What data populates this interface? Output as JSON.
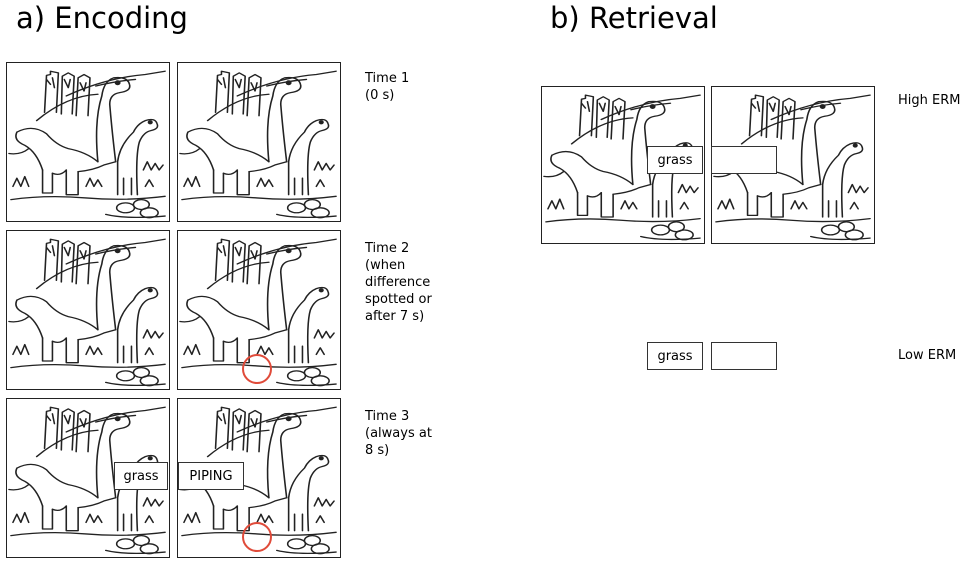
{
  "sections": {
    "encoding_title": "a) Encoding",
    "retrieval_title": "b) Retrieval"
  },
  "encoding": {
    "captions": [
      "Time 1\n(0 s)",
      "Time 2\n(when\ndifference\nspotted or\nafter 7 s)",
      "Time 3\n(always at\n8 s)"
    ],
    "cue_word": "grass",
    "target_word": "PIPING"
  },
  "retrieval": {
    "high_label": "High ERM",
    "low_label": "Low ERM",
    "cue_word": "grass",
    "answer_value": ""
  },
  "colors": {
    "circle": "#e04b3a",
    "line": "#222222"
  }
}
